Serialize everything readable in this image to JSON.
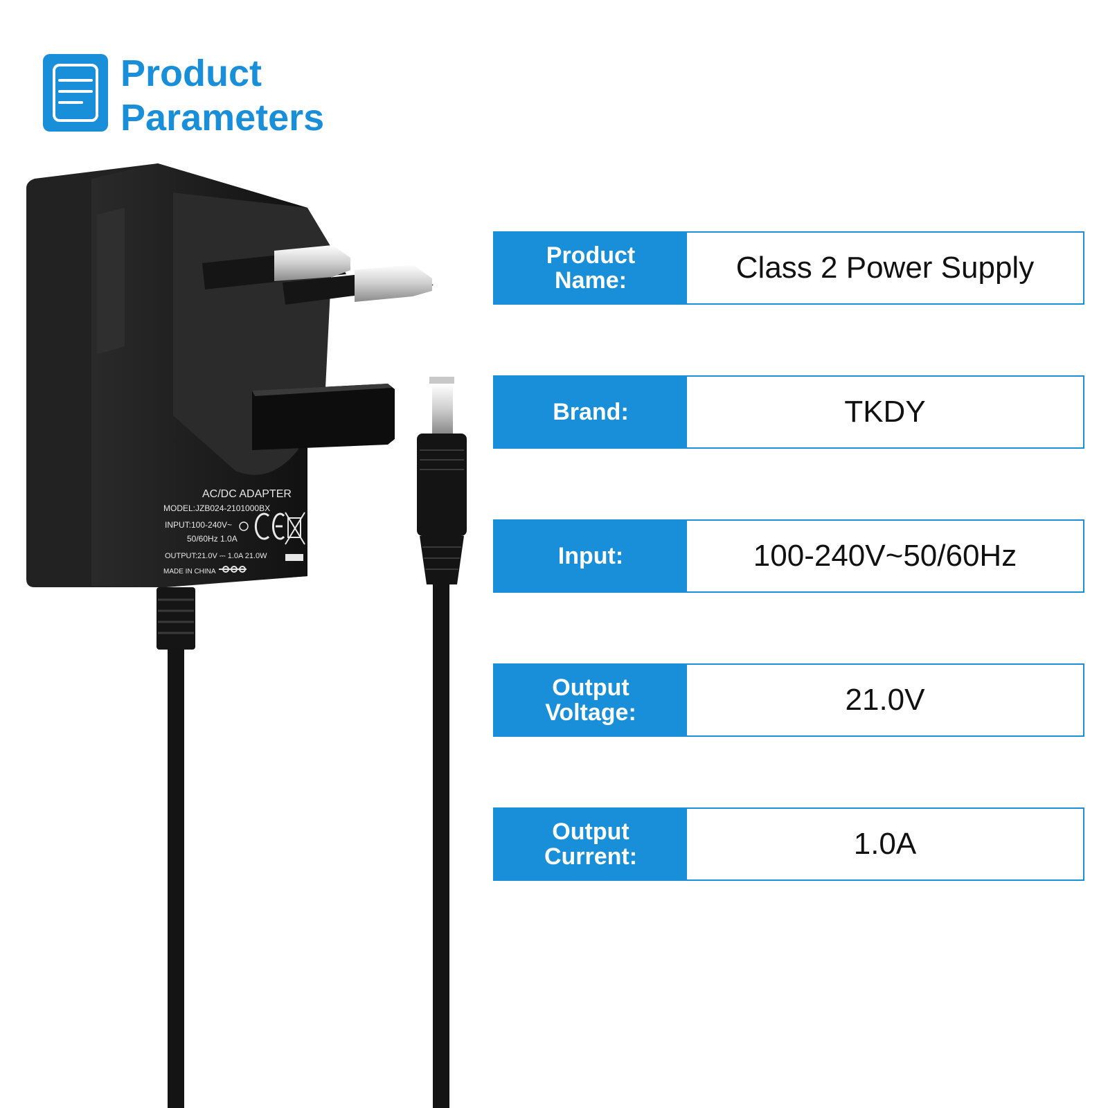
{
  "header": {
    "icon": "document-list-icon",
    "title_line1": "Product",
    "title_line2": "Parameters"
  },
  "colors": {
    "accent": "#1a8fd9",
    "adapter": "#1c1c1c",
    "text": "#111111"
  },
  "adapter_label": {
    "line1": "AC/DC ADAPTER",
    "line2": "MODEL:JZB024-2101000BX",
    "line3": "INPUT:100-240V~",
    "line4": "50/60Hz 1.0A",
    "line5": "OUTPUT:21.0V ⎓ 1.0A  21.0W",
    "line6": "MADE IN CHINA"
  },
  "params": [
    {
      "label": "Product Name:",
      "value": "Class 2 Power Supply"
    },
    {
      "label": "Brand:",
      "value": "TKDY"
    },
    {
      "label": "Input:",
      "value": "100-240V~50/60Hz"
    },
    {
      "label": "Output Voltage:",
      "value": "21.0V"
    },
    {
      "label": "Output Current:",
      "value": "1.0A"
    }
  ]
}
